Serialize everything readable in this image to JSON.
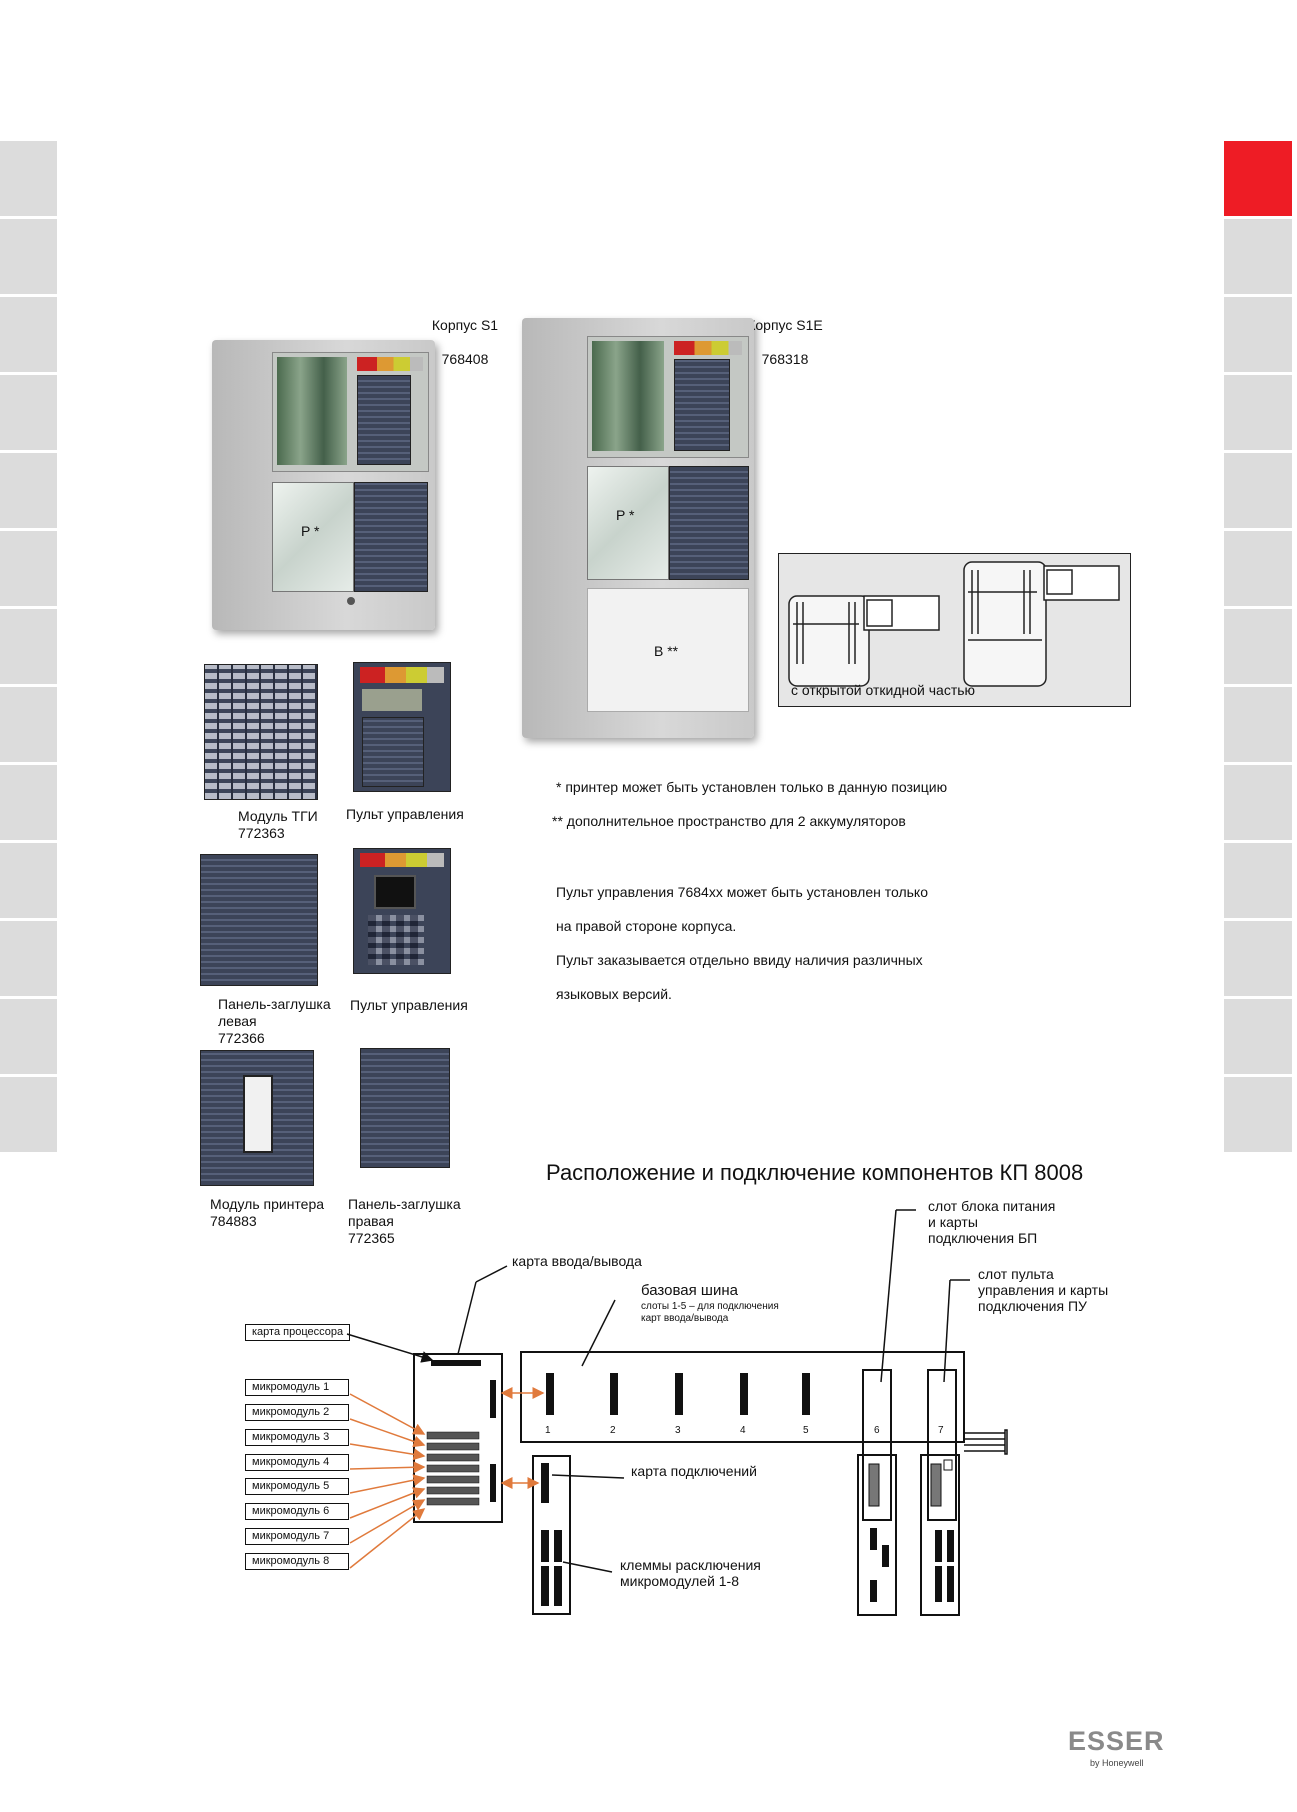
{
  "brand": {
    "name": "ESSER",
    "sub": "by Honeywell"
  },
  "colors": {
    "accent": "#ee1c25",
    "tab": "#dcdcdc",
    "arrow": "#e07a3c",
    "panel_dark": "#3c4458"
  },
  "housings": {
    "s1": {
      "title": "Корпус S1",
      "code": "768408",
      "printer_mark": "P *"
    },
    "s1e": {
      "title": "Корпус S1E",
      "code": "768318",
      "printer_mark": "P *",
      "battery_mark": "B **"
    }
  },
  "open_part_caption": "с открытой откидной частью",
  "notes": [
    "* принтер может быть установлен только в данную позицию",
    "** дополнительное пространство для 2 аккумуляторов"
  ],
  "panel_note": [
    "Пульт управления  7684xx может быть установлен только",
    "на правой стороне корпуса.",
    "Пульт заказывается отдельно ввиду наличия различных",
    "языковых версий."
  ],
  "modules": [
    {
      "label": "Модуль ТГИ\n772363"
    },
    {
      "label": "Пульт управления"
    },
    {
      "label": "Панель-заглушка\nлевая\n772366"
    },
    {
      "label": "Пульт управления"
    },
    {
      "label": "Модуль принтера\n784883"
    },
    {
      "label": "Панель-заглушка\nправая\n772365"
    }
  ],
  "diagram": {
    "title": "Расположение и подключение компонентов КП 8008",
    "labels": {
      "power_slot": "слот блока питания\nи карты\nподключения БП",
      "io_card": "карта ввода/вывода",
      "panel_slot": "слот пульта\nуправления и карты\nподключения ПУ",
      "base_bus": "базовая шина",
      "base_bus_note": "слоты 1-5 – для подключения\nкарт ввода/вывода",
      "cpu_card": "карта процессора",
      "conn_card": "карта подключений",
      "terminals": "клеммы расключения\nмикромодулей 1-8"
    },
    "micromodules": [
      "микромодуль 1",
      "микромодуль 2",
      "микромодуль 3",
      "микромодуль 4",
      "микромодуль 5",
      "микромодуль 6",
      "микромодуль 7",
      "микромодуль 8"
    ],
    "slots": [
      "1",
      "2",
      "3",
      "4",
      "5",
      "6",
      "7"
    ]
  }
}
